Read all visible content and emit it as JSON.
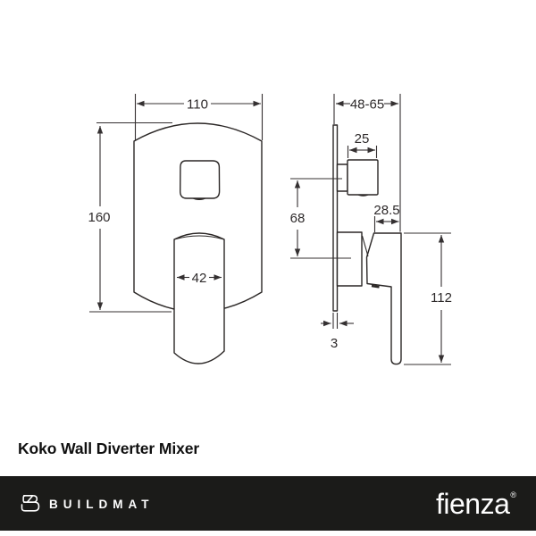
{
  "product": {
    "title": "Koko Wall Diverter Mixer"
  },
  "dims": {
    "front": {
      "plate_width": "110",
      "plate_height": "160",
      "handle_width": "42"
    },
    "side": {
      "depth_range": "48-65",
      "knob_width": "25",
      "knob_to_handle": "68",
      "handle_offset": "28.5",
      "handle_length": "112",
      "plate_thickness": "3"
    }
  },
  "footer": {
    "brand": "BUILDMAT",
    "manufacturer": "fienza",
    "registered": "®",
    "background_color": "#1b1b19",
    "text_color": "#ffffff"
  },
  "drawing": {
    "line_color": "#2b2726",
    "views": [
      "front",
      "side"
    ]
  }
}
